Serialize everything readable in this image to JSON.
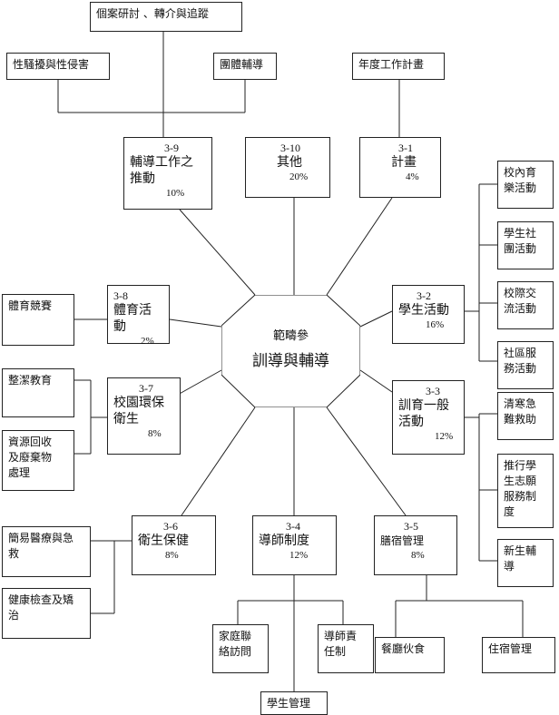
{
  "center": {
    "line1": "範疇參",
    "line2": "訓導與輔導"
  },
  "categories": {
    "c39": {
      "code": "3-9",
      "title_l1": "輔導工作之",
      "title_l2": "推動",
      "pct": "10%"
    },
    "c310": {
      "code": "3-10",
      "title": "其他",
      "pct": "20%"
    },
    "c31": {
      "code": "3-1",
      "title": "計畫",
      "pct": "4%"
    },
    "c38": {
      "code": "3-8",
      "title": "體育活動",
      "pct": "2%"
    },
    "c32": {
      "code": "3-2",
      "title": "學生活動",
      "pct": "16%"
    },
    "c37": {
      "code": "3-7",
      "title_l1": "校園環保",
      "title_l2": "衛生",
      "pct": "8%"
    },
    "c33": {
      "code": "3-3",
      "title_l1": "訓育一般",
      "title_l2": "活動",
      "pct": "12%"
    },
    "c36": {
      "code": "3-6",
      "title": "衛生保健",
      "pct": "8%"
    },
    "c34": {
      "code": "3-4",
      "title": "導師制度",
      "pct": "12%"
    },
    "c35": {
      "code": "3-5",
      "title": "膳宿管理",
      "pct": "8%"
    }
  },
  "items": {
    "case": "個案研討 、轉介與追蹤",
    "harass": "性騷擾與性侵害",
    "group": "團體輔導",
    "yearplan": "年度工作計畫",
    "sports": "體育競賽",
    "clean": "整潔教育",
    "recycle_l1": "資源回收",
    "recycle_l2": "及廢棄物",
    "recycle_l3": "處理",
    "medical_l1": "簡易醫療與急",
    "medical_l2": "救",
    "health_l1": "健康檢查及矯",
    "health_l2": "治",
    "homevisit_l1": "家庭聯",
    "homevisit_l2": "絡訪問",
    "tutor_l1": "導師責",
    "tutor_l2": "任制",
    "studentmgmt": "學生管理",
    "dining": "餐廳伙食",
    "dorm": "住宿管理",
    "music_l1": "校內育",
    "music_l2": "樂活動",
    "club_l1": "學生社",
    "club_l2": "團活動",
    "intl_l1": "校際交",
    "intl_l2": "流活動",
    "community_l1": "社區服",
    "community_l2": "務活動",
    "rescue_l1": "清寒急",
    "rescue_l2": "難救助",
    "volunteer_l1": "推行學",
    "volunteer_l2": "生志願",
    "volunteer_l3": "服務制",
    "volunteer_l4": "度",
    "newcounsel_l1": "新生輔",
    "newcounsel_l2": "導"
  }
}
